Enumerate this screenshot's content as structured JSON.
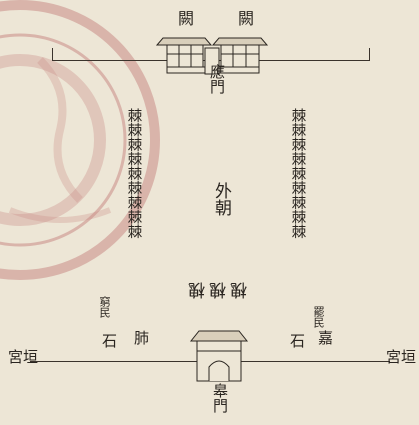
{
  "labels": {
    "que_left": "闕",
    "que_right": "闕",
    "ying_men": "應門",
    "wai_chao": "外朝",
    "gao_men": "皋門",
    "fei_shi_char": "肺",
    "fei_shi_stone": "石",
    "jia_shi_char": "嘉",
    "jia_shi_stone": "石",
    "small_left": "窮民",
    "small_right": "罷民",
    "gong_yuan_left": "宮垣",
    "gong_yuan_right": "宮垣"
  },
  "trees": {
    "left_column": "棘棘棘棘棘棘棘棘棘",
    "right_column": "棘棘棘棘棘棘棘棘棘",
    "bottom_row": "槐槐槐"
  },
  "colors": {
    "paper": "#ede6d6",
    "ink": "#2a2520",
    "seal": "#c98a86"
  }
}
